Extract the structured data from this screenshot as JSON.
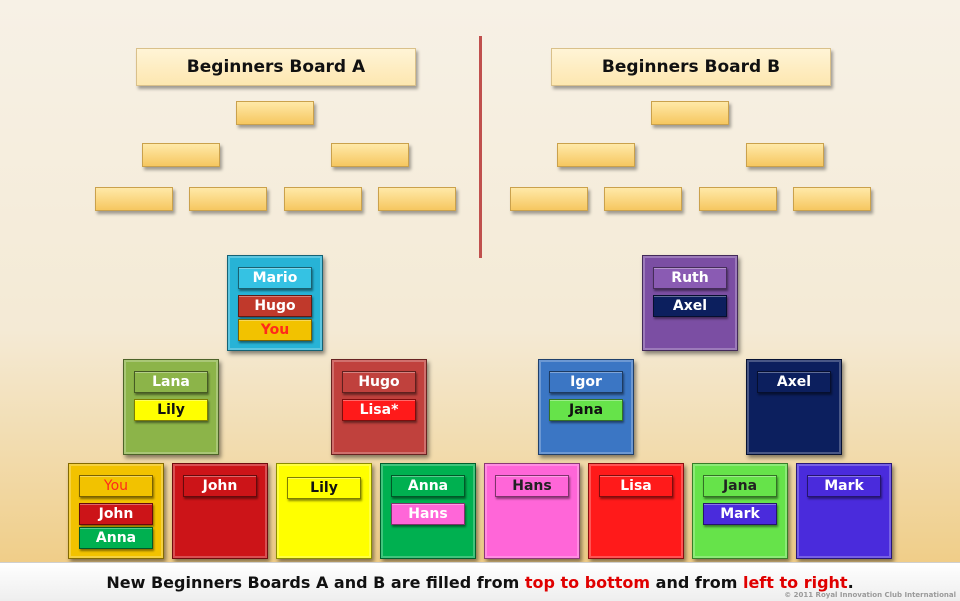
{
  "boards": {
    "a_title": "Beginners Board A",
    "b_title": "Beginners Board B"
  },
  "tree_a": {
    "top": {
      "color": "#27b3d6",
      "names": [
        "Mario",
        "Hugo",
        "You"
      ]
    },
    "mid_left": {
      "color": "#8cb449",
      "names": [
        "Lana",
        "Lily"
      ]
    },
    "mid_right": {
      "color": "#c0413d",
      "names": [
        "Hugo",
        "Lisa*"
      ]
    },
    "bottom": [
      {
        "color": "#f2c200",
        "names": [
          "You",
          "John",
          "Anna"
        ]
      },
      {
        "color": "#cc1418",
        "names": [
          "John"
        ]
      },
      {
        "color": "#ffff00",
        "names": [
          "Lily"
        ]
      },
      {
        "color": "#00b050",
        "names": [
          "Anna",
          "Hans"
        ]
      }
    ]
  },
  "tree_b": {
    "top": {
      "color": "#7b4ea3",
      "names": [
        "Ruth",
        "Axel"
      ]
    },
    "mid_left": {
      "color": "#3b76c4",
      "names": [
        "Igor",
        "Jana"
      ]
    },
    "mid_right": {
      "color": "#0c1f5e",
      "names": [
        "Axel"
      ]
    },
    "bottom": [
      {
        "color": "#ff66d8",
        "names": [
          "Hans"
        ]
      },
      {
        "color": "#ff1a1a",
        "names": [
          "Lisa"
        ]
      },
      {
        "color": "#66e34a",
        "names": [
          "Jana",
          "Mark"
        ]
      },
      {
        "color": "#4a2bdc",
        "names": [
          "Mark"
        ]
      }
    ]
  },
  "footer": {
    "part1": "New Beginners Boards A and B are filled from ",
    "part2": "top to bottom",
    "part3": " and from ",
    "part4": "left to right",
    "part5": "."
  },
  "copyright": "© 2011 Royal Innovation Club International"
}
